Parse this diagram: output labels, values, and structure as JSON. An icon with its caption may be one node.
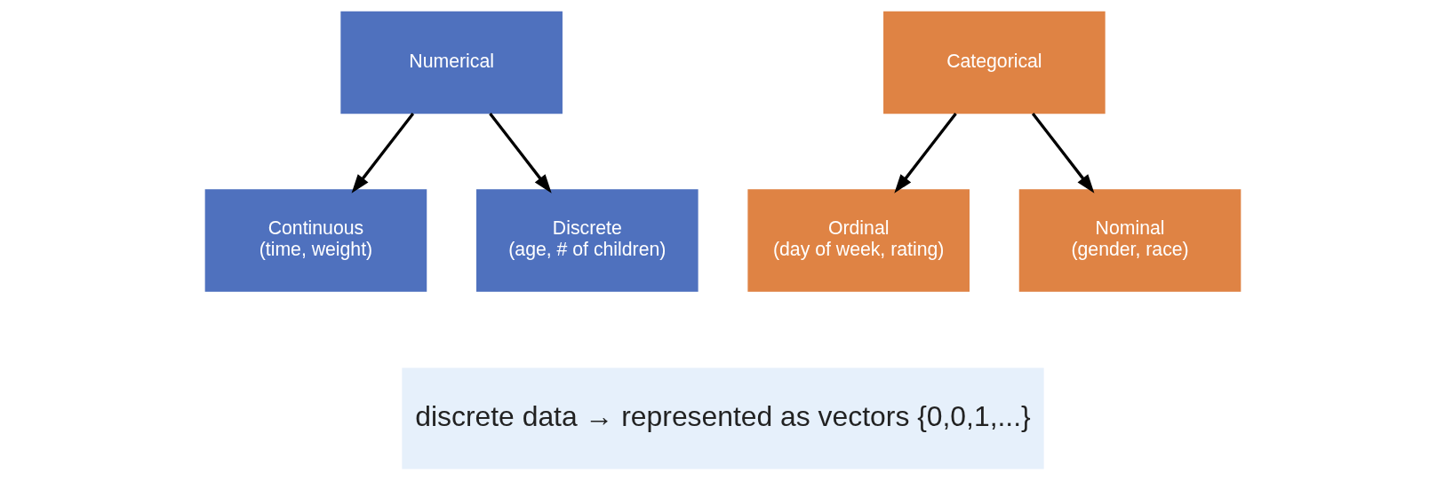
{
  "diagram": {
    "nodes": [
      {
        "text": [
          "Numerical"
        ]
      },
      {
        "text": [
          "Continuous",
          "(time, weight)"
        ]
      },
      {
        "text": [
          "Discrete",
          "(age, # of children)"
        ]
      },
      {
        "text": [
          "Categorical"
        ]
      },
      {
        "text": [
          "Ordinal",
          "(day of week, rating)"
        ]
      },
      {
        "text": [
          "Nominal",
          "(gender, race)"
        ]
      }
    ],
    "edges": [
      {
        "from": 0,
        "to": 1,
        "arrow": "to"
      },
      {
        "from": 0,
        "to": 2,
        "arrow": "to"
      },
      {
        "from": 3,
        "to": 4,
        "arrow": "to"
      },
      {
        "from": 3,
        "to": 5,
        "arrow": "to"
      }
    ],
    "labels": [
      "discrete data → represented as vectors {0,0,1,...}"
    ]
  }
}
